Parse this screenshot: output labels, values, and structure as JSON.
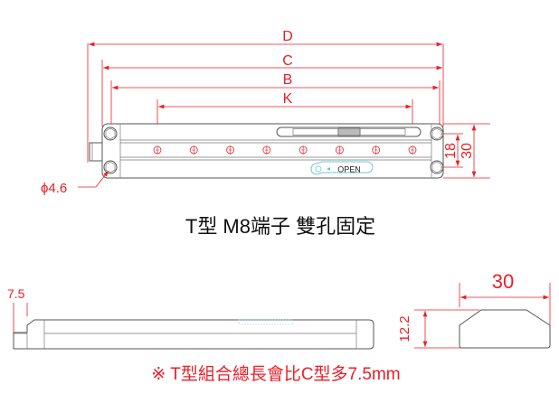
{
  "top_view": {
    "dimensions": {
      "D": "D",
      "C": "C",
      "B": "B",
      "K": "K",
      "height_inner": "18",
      "height_outer": "30",
      "hole_diameter": "ϕ4.6"
    },
    "open_label": "OPEN",
    "hole_count": 8
  },
  "title": "T型 M8端子 雙孔固定",
  "side_view": {
    "offset_label": "7.5"
  },
  "end_view": {
    "width_label": "30",
    "height_label": "12.2"
  },
  "note": "※ T型組合總長會比C型多7.5mm",
  "colors": {
    "dimension": "#e8202a",
    "outline": "#555555",
    "open_badge": "#6ec3dd"
  }
}
